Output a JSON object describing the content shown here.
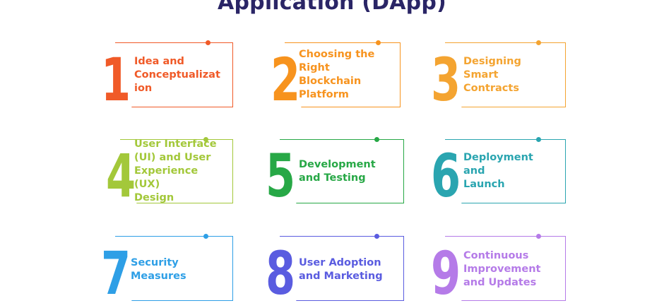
{
  "title": "Application (DApp)",
  "steps": [
    {
      "number": "1",
      "label": "Idea and\nConceptualizat\nion",
      "color": "#f05a28"
    },
    {
      "number": "2",
      "label": "Choosing the\nRight\nBlockchain\nPlatform",
      "color": "#f7931e"
    },
    {
      "number": "3",
      "label": "Designing\nSmart\nContracts",
      "color": "#f4a431"
    },
    {
      "number": "4",
      "label": "User Interface\n(UI) and User\nExperience (UX)\nDesign",
      "color": "#a3c83a"
    },
    {
      "number": "5",
      "label": "Development\nand Testing",
      "color": "#27a846"
    },
    {
      "number": "6",
      "label": "Deployment and\nLaunch",
      "color": "#2aa5b0"
    },
    {
      "number": "7",
      "label": "Security\nMeasures",
      "color": "#2e9fe6"
    },
    {
      "number": "8",
      "label": "User Adoption\nand Marketing",
      "color": "#5a5ce0"
    },
    {
      "number": "9",
      "label": "Continuous\nImprovement\nand Updates",
      "color": "#b57be8"
    }
  ]
}
